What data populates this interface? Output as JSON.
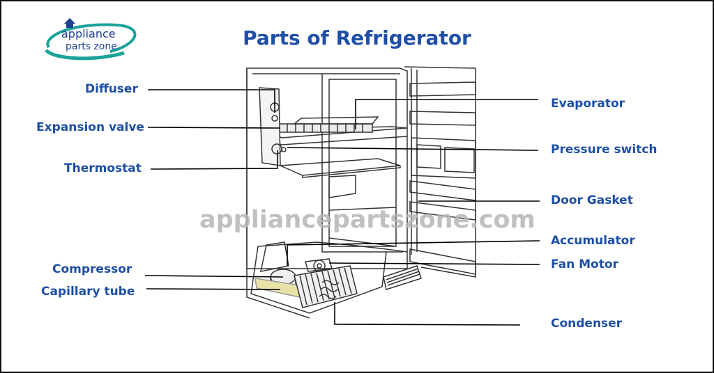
{
  "title": "Parts of Refrigerator",
  "logo": {
    "line1": "appliance",
    "line2": "parts zone"
  },
  "watermark": "appliancepartszone.com",
  "labels_left": {
    "diffuser": "Diffuser",
    "expansion_valve": "Expansion valve",
    "thermostat": "Thermostat",
    "compressor": "Compressor",
    "capillary_tube": "Capillary tube"
  },
  "labels_right": {
    "evaporator": "Evaporator",
    "pressure_switch": "Pressure switch",
    "door_gasket": "Door Gasket",
    "accumulator": "Accumulator",
    "fan_motor": "Fan Motor",
    "condenser": "Condenser"
  },
  "colors": {
    "title": "#1f4fa6",
    "label": "#1d4fa3",
    "logo_swoosh": "#1aa39a",
    "logo_house": "#1c3f8f",
    "capillary_highlight": "#e8e2a8"
  }
}
